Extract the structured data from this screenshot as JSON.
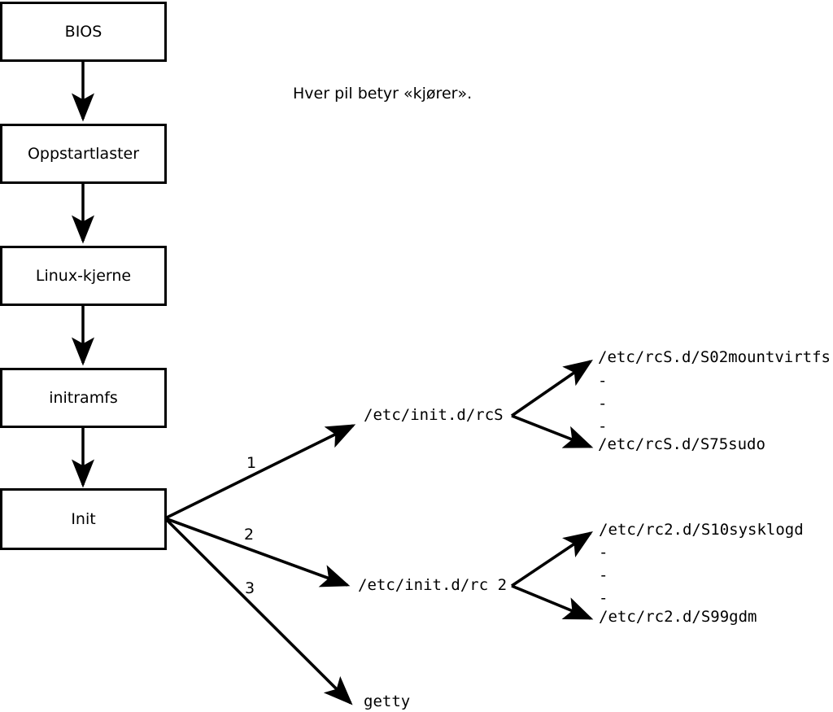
{
  "diagram": {
    "title_caption": "Hver pil betyr «kjører».",
    "stack_boxes": [
      {
        "label": "BIOS"
      },
      {
        "label": "Oppstartlaster"
      },
      {
        "label": "Linux-kjerne"
      },
      {
        "label": "initramfs"
      },
      {
        "label": "Init"
      }
    ],
    "init_branches": [
      {
        "number": "1",
        "target": "/etc/init.d/rcS"
      },
      {
        "number": "2",
        "target": "/etc/init.d/rc 2"
      },
      {
        "number": "3",
        "target": "getty"
      }
    ],
    "rcs_scripts": {
      "first": "/etc/rcS.d/S02mountvirtfs",
      "ellipsis": [
        "-",
        "-",
        "-"
      ],
      "last": "/etc/rcS.d/S75sudo"
    },
    "rc2_scripts": {
      "first": "/etc/rc2.d/S10sysklogd",
      "ellipsis": [
        "-",
        "-",
        "-"
      ],
      "last": "/etc/rc2.d/S99gdm"
    },
    "colors": {
      "stroke": "#000000",
      "fill": "#ffffff",
      "text": "#000000"
    }
  }
}
